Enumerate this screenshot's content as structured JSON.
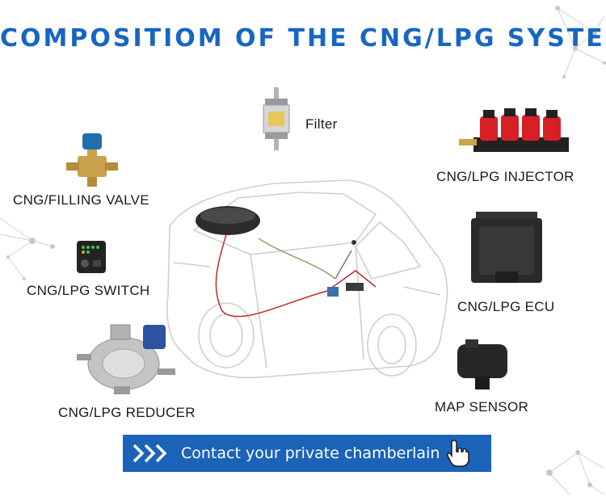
{
  "title": "COMPOSITIOM OF THE CNG/LPG SYSTEM",
  "components": {
    "filter": "Filter",
    "injector": "CNG/LPG INJECTOR",
    "filling_valve": "CNG/FILLING VALVE",
    "switch": "CNG/LPG SWITCH",
    "ecu": "CNG/LPG ECU",
    "reducer": "CNG/LPG REDUCER",
    "map_sensor": "MAP SENSOR"
  },
  "cta": {
    "label": "Contact your private chamberlain"
  },
  "colors": {
    "title": "#1766c2",
    "cta_background": "#1a63b8",
    "cta_text": "#ffffff",
    "injector_red": "#d81f26",
    "wiring_red": "#c0282b"
  },
  "icons": [
    "network-decoration-icon",
    "filter-icon",
    "injector-rail-icon",
    "filling-valve-icon",
    "switch-icon",
    "ecu-icon",
    "reducer-icon",
    "map-sensor-icon",
    "car-outline-icon",
    "triple-chevron-icon",
    "pointing-hand-icon"
  ]
}
